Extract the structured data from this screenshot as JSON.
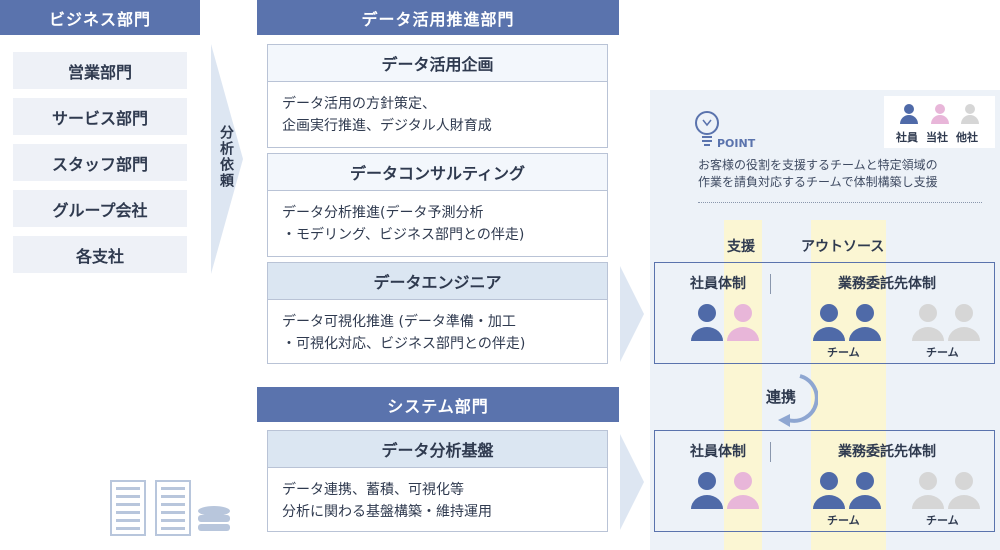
{
  "left": {
    "header": "ビジネス部門",
    "items": [
      "営業部門",
      "サービス部門",
      "スタッフ部門",
      "グループ会社",
      "各支社"
    ],
    "arrow_label": "分析依頼"
  },
  "middle": {
    "header": "データ活用推進部門",
    "sections": [
      {
        "title": "データ活用企画",
        "lines": [
          "データ活用の方針策定、",
          "企画実行推進、デジタル人財育成"
        ]
      },
      {
        "title": "データコンサルティング",
        "lines": [
          "データ分析推進(データ予測分析",
          "・モデリング、ビジネス部門との伴走)"
        ]
      },
      {
        "title": "データエンジニア",
        "lines": [
          "データ可視化推進 (データ準備・加工",
          "・可視化対応、ビジネス部門との伴走)"
        ]
      }
    ],
    "system_header": "システム部門",
    "system_section": {
      "title": "データ分析基盤",
      "lines": [
        "データ連携、蓄積、可視化等",
        "分析に関わる基盤構築・維持運用"
      ]
    }
  },
  "right": {
    "point_label": "POINT",
    "point_lines": [
      "お客様の役割を支援するチームと特定領域の",
      "作業を請負対応するチームで体制構築し支援"
    ],
    "legend": [
      "社員",
      "当社",
      "他社"
    ],
    "col_support": "支援",
    "col_outsource": "アウトソース",
    "box_employee": "社員体制",
    "box_contractor": "業務委託先体制",
    "team": "チーム",
    "renkei": "連携"
  },
  "colors": {
    "navy": "#5a73ad",
    "person_blue": "#4f6aa8",
    "person_pink": "#e8b6d9",
    "person_gray": "#d6d6d6",
    "arrow": "#dde6f2",
    "stripe": "#fbf6d3"
  }
}
